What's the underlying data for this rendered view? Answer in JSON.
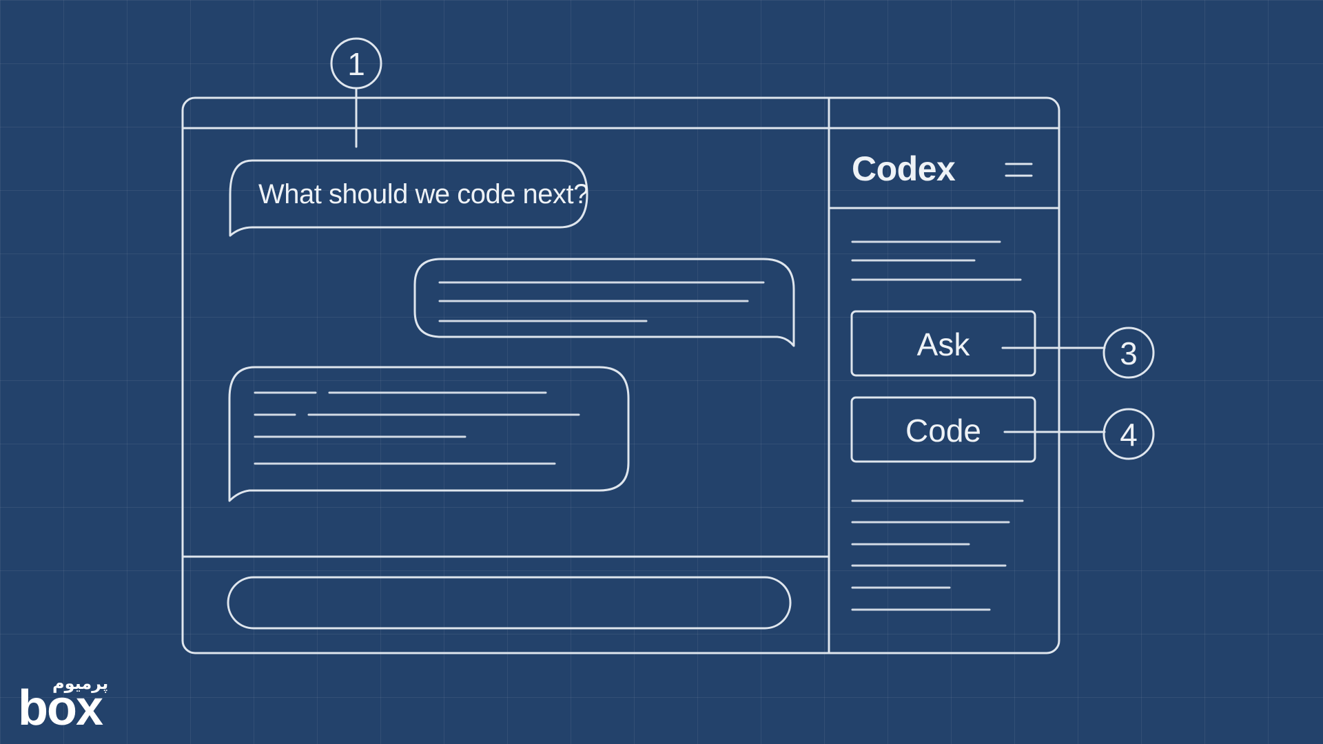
{
  "chat": {
    "prompt_bubble_text": "What should we code next?"
  },
  "sidebar": {
    "title": "Codex",
    "buttons": {
      "ask_label": "Ask",
      "code_label": "Code"
    }
  },
  "callouts": {
    "one": "1",
    "three": "3",
    "four": "4"
  },
  "logo": {
    "top_text": "پرمیوم",
    "main_text": "box"
  },
  "colors": {
    "background": "#23426b",
    "line": "#dfe6ee",
    "text": "#eef2f6"
  }
}
